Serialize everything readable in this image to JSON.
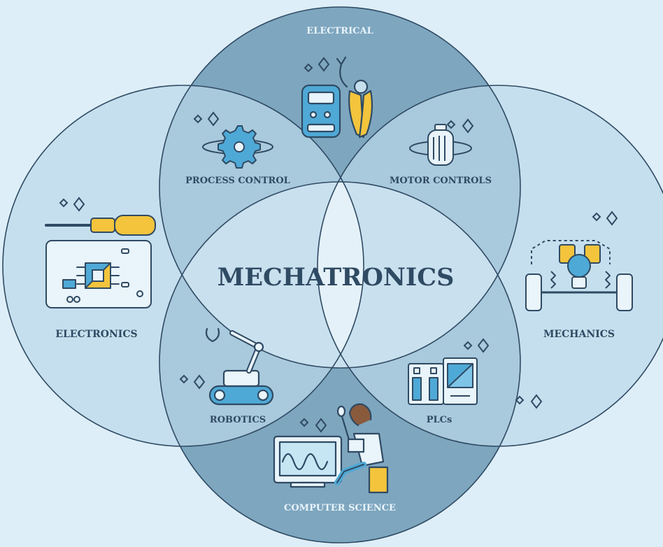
{
  "title": "MECHATRONICS",
  "labels": {
    "electrical": "ELECTRICAL",
    "electronics": "ELECTRONICS",
    "mechanics": "MECHANICS",
    "computer_science": "COMPUTER SCIENCE",
    "process_control": "PROCESS CONTROL",
    "motor_controls": "MOTOR CONTROLS",
    "robotics": "ROBOTICS",
    "plcs": "PLCs"
  },
  "colors": {
    "background": "#ddeef8",
    "outline": "#2f4a63",
    "circle_light": "#c6dfee",
    "circle_mid": "#a9c9dc",
    "circle_dark": "#7ea6bf",
    "center": "#dfeef7",
    "accent_yellow": "#f3c43c",
    "accent_blue": "#4fa9d6"
  },
  "icons": {
    "electrical": "multimeter-and-pliers-icon",
    "process_control": "gear-icon",
    "motor_controls": "motor-icon",
    "electronics": "circuit-board-and-screwdriver-icon",
    "mechanics": "car-axle-suspension-icon",
    "robotics": "robot-arm-icon",
    "plcs": "plc-controller-icon",
    "computer_science": "person-at-computer-icon"
  }
}
